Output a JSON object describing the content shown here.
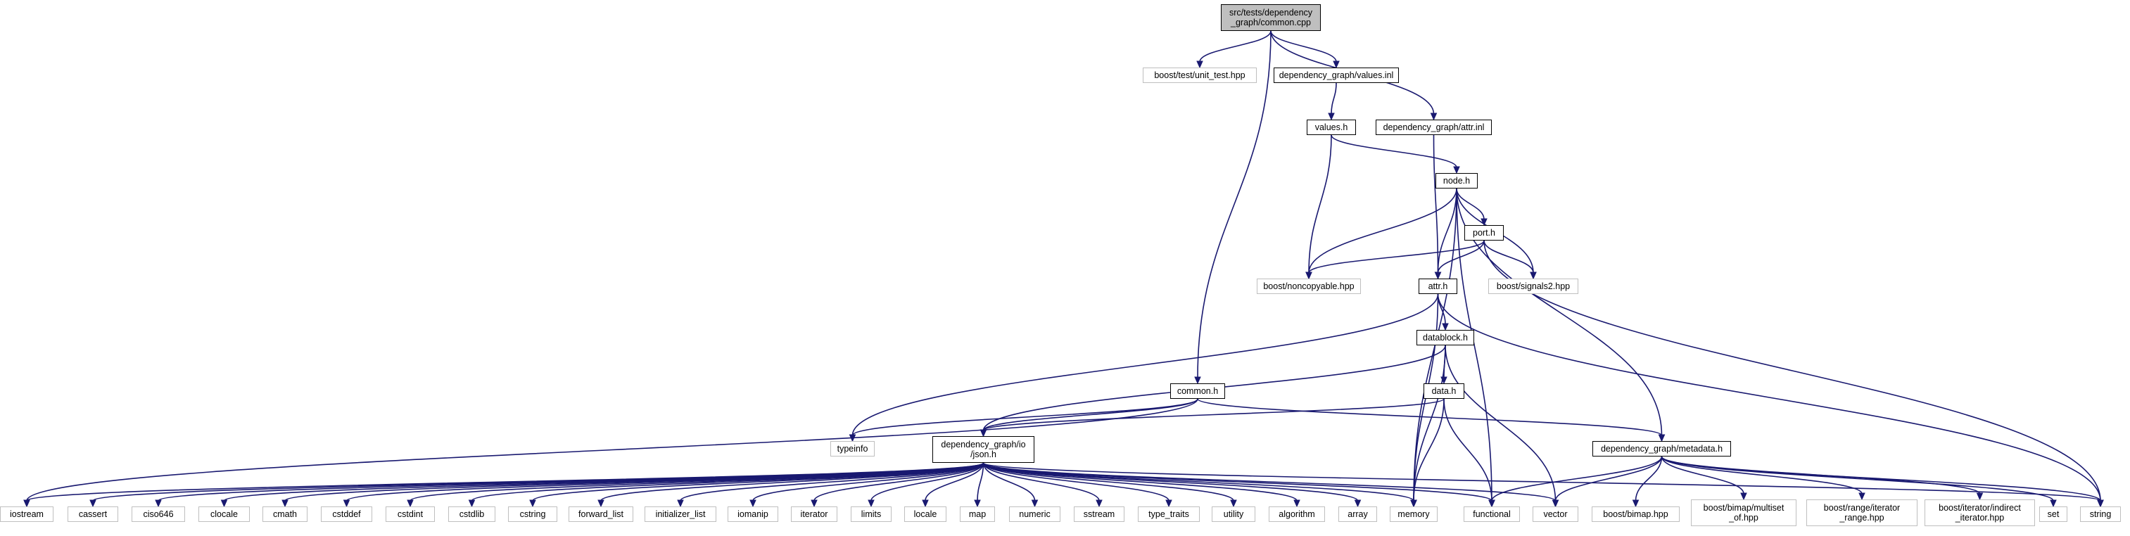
{
  "diagram": {
    "nodes": {
      "common_cpp": {
        "label": "src/tests/dependency\n_graph/common.cpp",
        "kind": "focus"
      },
      "unit_test": {
        "label": "boost/test/unit_test.hpp",
        "kind": "external"
      },
      "values_inl": {
        "label": "dependency_graph/values.inl",
        "kind": "documented"
      },
      "attr_inl": {
        "label": "dependency_graph/attr.inl",
        "kind": "documented"
      },
      "values_h": {
        "label": "values.h",
        "kind": "documented"
      },
      "node_h": {
        "label": "node.h",
        "kind": "documented"
      },
      "port_h": {
        "label": "port.h",
        "kind": "documented"
      },
      "noncopyable": {
        "label": "boost/noncopyable.hpp",
        "kind": "external"
      },
      "signals2": {
        "label": "boost/signals2.hpp",
        "kind": "external"
      },
      "attr_h": {
        "label": "attr.h",
        "kind": "documented"
      },
      "datablock_h": {
        "label": "datablock.h",
        "kind": "documented"
      },
      "data_h": {
        "label": "data.h",
        "kind": "documented"
      },
      "common_h": {
        "label": "common.h",
        "kind": "documented"
      },
      "typeinfo": {
        "label": "typeinfo",
        "kind": "external"
      },
      "json_h": {
        "label": "dependency_graph/io\n/json.h",
        "kind": "documented"
      },
      "metadata_h": {
        "label": "dependency_graph/metadata.h",
        "kind": "documented"
      },
      "iostream": {
        "label": "iostream",
        "kind": "external"
      },
      "cassert": {
        "label": "cassert",
        "kind": "external"
      },
      "ciso646": {
        "label": "ciso646",
        "kind": "external"
      },
      "clocale": {
        "label": "clocale",
        "kind": "external"
      },
      "cmath": {
        "label": "cmath",
        "kind": "external"
      },
      "cstddef": {
        "label": "cstddef",
        "kind": "external"
      },
      "cstdint": {
        "label": "cstdint",
        "kind": "external"
      },
      "cstdlib": {
        "label": "cstdlib",
        "kind": "external"
      },
      "cstring": {
        "label": "cstring",
        "kind": "external"
      },
      "forward_list": {
        "label": "forward_list",
        "kind": "external"
      },
      "initializer_list": {
        "label": "initializer_list",
        "kind": "external"
      },
      "iomanip": {
        "label": "iomanip",
        "kind": "external"
      },
      "iterator": {
        "label": "iterator",
        "kind": "external"
      },
      "limits": {
        "label": "limits",
        "kind": "external"
      },
      "locale": {
        "label": "locale",
        "kind": "external"
      },
      "map": {
        "label": "map",
        "kind": "external"
      },
      "numeric": {
        "label": "numeric",
        "kind": "external"
      },
      "sstream": {
        "label": "sstream",
        "kind": "external"
      },
      "type_traits": {
        "label": "type_traits",
        "kind": "external"
      },
      "utility": {
        "label": "utility",
        "kind": "external"
      },
      "algorithm": {
        "label": "algorithm",
        "kind": "external"
      },
      "array": {
        "label": "array",
        "kind": "external"
      },
      "memory": {
        "label": "memory",
        "kind": "external"
      },
      "functional": {
        "label": "functional",
        "kind": "external"
      },
      "vector": {
        "label": "vector",
        "kind": "external"
      },
      "bimap": {
        "label": "boost/bimap.hpp",
        "kind": "external"
      },
      "multiset_of": {
        "label": "boost/bimap/multiset\n_of.hpp",
        "kind": "external"
      },
      "iterator_range": {
        "label": "boost/range/iterator\n_range.hpp",
        "kind": "external"
      },
      "indirect_iterator": {
        "label": "boost/iterator/indirect\n_iterator.hpp",
        "kind": "external"
      },
      "set": {
        "label": "set",
        "kind": "external"
      },
      "string": {
        "label": "string",
        "kind": "external"
      }
    },
    "edges": [
      [
        "common_cpp",
        "unit_test"
      ],
      [
        "common_cpp",
        "values_inl"
      ],
      [
        "common_cpp",
        "attr_inl"
      ],
      [
        "common_cpp",
        "common_h"
      ],
      [
        "values_inl",
        "values_h"
      ],
      [
        "values_h",
        "node_h"
      ],
      [
        "values_h",
        "noncopyable"
      ],
      [
        "attr_inl",
        "attr_h"
      ],
      [
        "node_h",
        "port_h"
      ],
      [
        "node_h",
        "noncopyable"
      ],
      [
        "node_h",
        "signals2"
      ],
      [
        "node_h",
        "attr_h"
      ],
      [
        "node_h",
        "memory"
      ],
      [
        "node_h",
        "functional"
      ],
      [
        "node_h",
        "metadata_h"
      ],
      [
        "port_h",
        "noncopyable"
      ],
      [
        "port_h",
        "signals2"
      ],
      [
        "port_h",
        "attr_h"
      ],
      [
        "port_h",
        "string"
      ],
      [
        "attr_h",
        "datablock_h"
      ],
      [
        "attr_h",
        "typeinfo"
      ],
      [
        "attr_h",
        "memory"
      ],
      [
        "attr_h",
        "string"
      ],
      [
        "datablock_h",
        "data_h"
      ],
      [
        "datablock_h",
        "json_h"
      ],
      [
        "datablock_h",
        "memory"
      ],
      [
        "datablock_h",
        "vector"
      ],
      [
        "data_h",
        "json_h"
      ],
      [
        "data_h",
        "memory"
      ],
      [
        "data_h",
        "functional"
      ],
      [
        "common_h",
        "typeinfo"
      ],
      [
        "common_h",
        "json_h"
      ],
      [
        "common_h",
        "metadata_h"
      ],
      [
        "common_h",
        "iostream"
      ],
      [
        "json_h",
        "iostream"
      ],
      [
        "json_h",
        "cassert"
      ],
      [
        "json_h",
        "ciso646"
      ],
      [
        "json_h",
        "clocale"
      ],
      [
        "json_h",
        "cmath"
      ],
      [
        "json_h",
        "cstddef"
      ],
      [
        "json_h",
        "cstdint"
      ],
      [
        "json_h",
        "cstdlib"
      ],
      [
        "json_h",
        "cstring"
      ],
      [
        "json_h",
        "forward_list"
      ],
      [
        "json_h",
        "initializer_list"
      ],
      [
        "json_h",
        "iomanip"
      ],
      [
        "json_h",
        "iterator"
      ],
      [
        "json_h",
        "limits"
      ],
      [
        "json_h",
        "locale"
      ],
      [
        "json_h",
        "map"
      ],
      [
        "json_h",
        "numeric"
      ],
      [
        "json_h",
        "sstream"
      ],
      [
        "json_h",
        "type_traits"
      ],
      [
        "json_h",
        "utility"
      ],
      [
        "json_h",
        "algorithm"
      ],
      [
        "json_h",
        "array"
      ],
      [
        "json_h",
        "memory"
      ],
      [
        "json_h",
        "functional"
      ],
      [
        "json_h",
        "vector"
      ],
      [
        "json_h",
        "string"
      ],
      [
        "metadata_h",
        "bimap"
      ],
      [
        "metadata_h",
        "multiset_of"
      ],
      [
        "metadata_h",
        "iterator_range"
      ],
      [
        "metadata_h",
        "indirect_iterator"
      ],
      [
        "metadata_h",
        "set"
      ],
      [
        "metadata_h",
        "string"
      ],
      [
        "metadata_h",
        "functional"
      ],
      [
        "metadata_h",
        "vector"
      ]
    ],
    "colors": {
      "edge": "#191970",
      "external_border": "#bfbfbf",
      "focus_fill": "#bfbfbf",
      "node_border": "#000000"
    }
  }
}
